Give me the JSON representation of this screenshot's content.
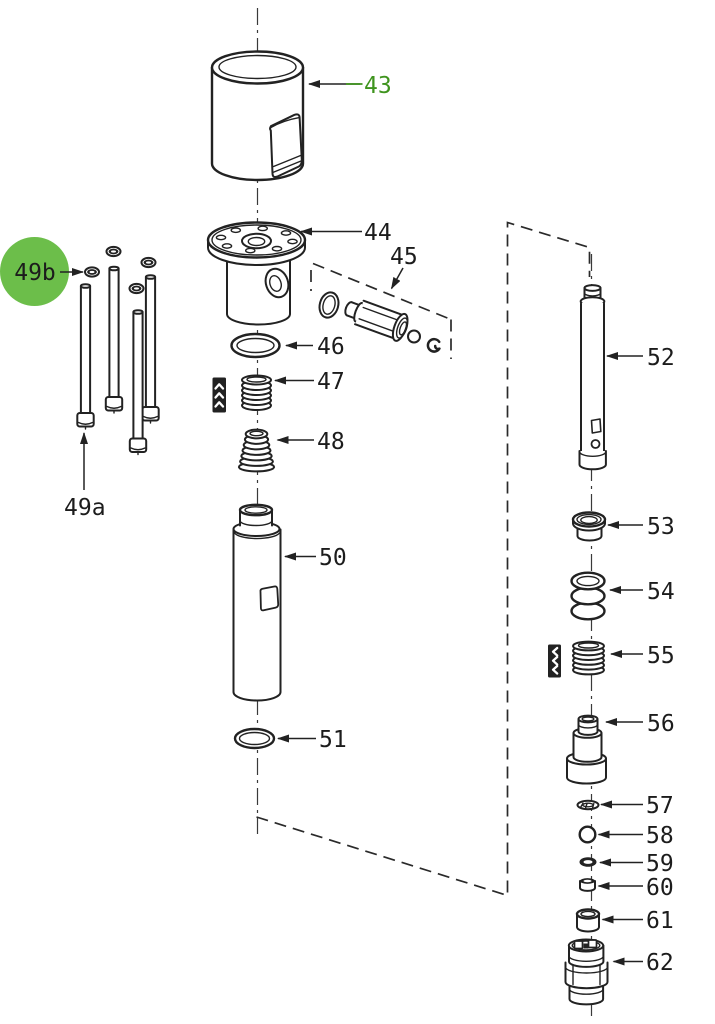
{
  "diagram": {
    "type": "exploded-parts-diagram",
    "background_color": "#ffffff",
    "line_color": "#222222",
    "highlight": {
      "circle_fill": "#6cbe4a",
      "text_color": "#3f941e",
      "highlighted_callouts": [
        "43",
        "49b"
      ]
    },
    "callouts": {
      "c43": "43",
      "c44": "44",
      "c45": "45",
      "c46": "46",
      "c47": "47",
      "c48": "48",
      "c49a": "49a",
      "c49b": "49b",
      "c50": "50",
      "c51": "51",
      "c52": "52",
      "c53": "53",
      "c54": "54",
      "c55": "55",
      "c56": "56",
      "c57": "57",
      "c58": "58",
      "c59": "59",
      "c60": "60",
      "c61": "61",
      "c62": "62"
    },
    "icons": {
      "grease_symbol_vertical": "grease-lubrication-icon",
      "grease_symbol_horizontal": "grease-lubrication-icon"
    }
  }
}
